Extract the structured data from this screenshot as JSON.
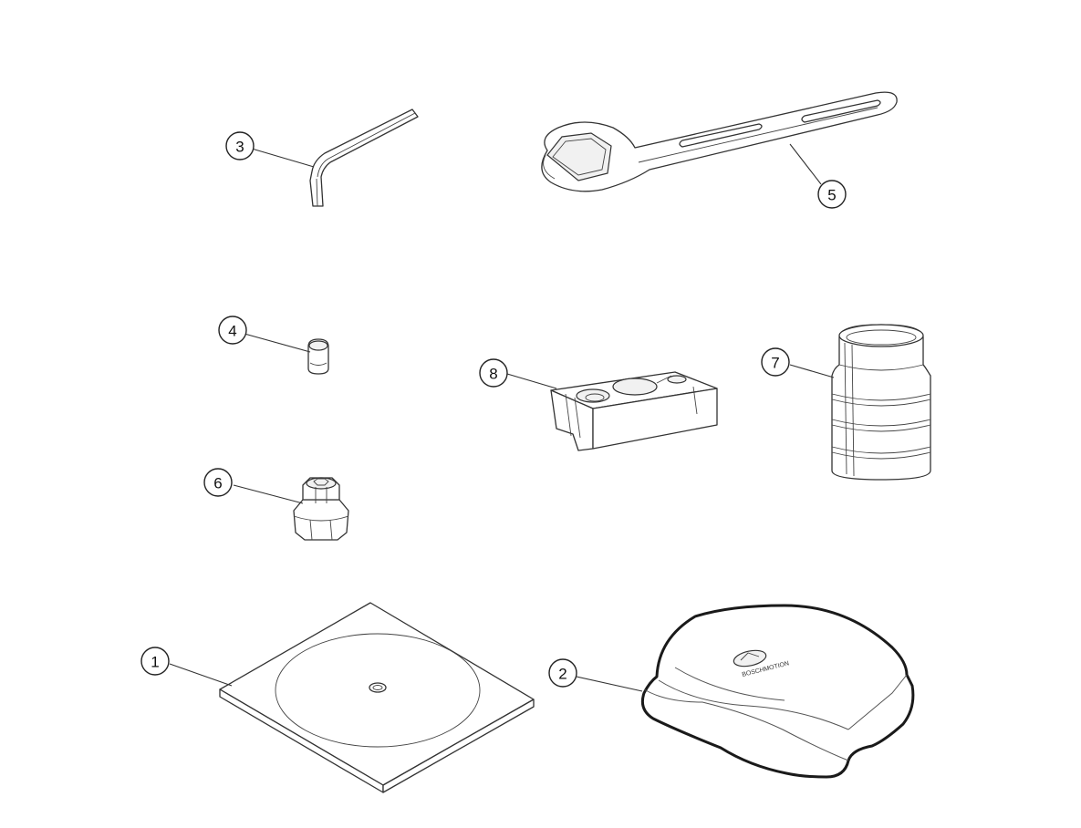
{
  "parts": [
    {
      "number": "1",
      "icon": "repair-mat-icon"
    },
    {
      "number": "2",
      "icon": "tool-pouch-icon"
    },
    {
      "number": "3",
      "icon": "hex-key-icon"
    },
    {
      "number": "4",
      "icon": "pin-icon"
    },
    {
      "number": "5",
      "icon": "hex-spanner-wrench-icon"
    },
    {
      "number": "6",
      "icon": "adapter-nut-icon"
    },
    {
      "number": "7",
      "icon": "socket-tool-icon"
    },
    {
      "number": "8",
      "icon": "holding-block-icon"
    }
  ],
  "colors": {
    "line": "#333333",
    "background": "#ffffff"
  }
}
